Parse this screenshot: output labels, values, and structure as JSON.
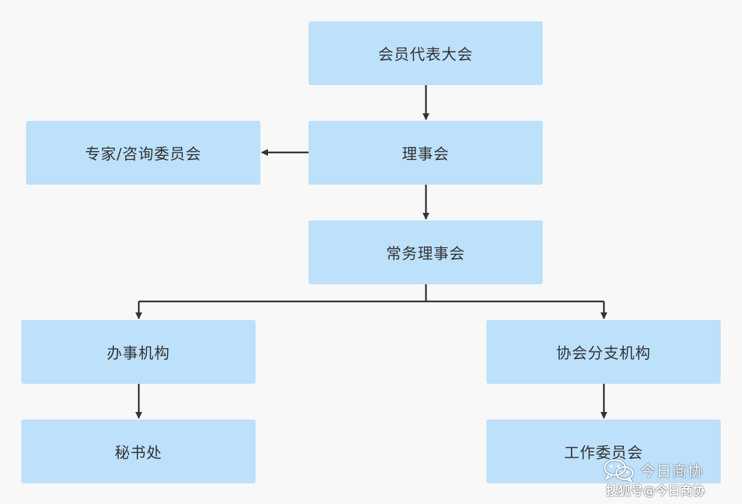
{
  "nodes": {
    "congress": "会员代表大会",
    "council": "理事会",
    "expert": "专家/咨询委员会",
    "standing": "常务理事会",
    "office": "办事机构",
    "branch": "协会分支机构",
    "secretariat": "秘书处",
    "work": "工作委员会"
  },
  "watermark": {
    "name": "今日商协",
    "credit": "搜狐号@今日商协"
  },
  "colors": {
    "node_fill": "#bde0fb",
    "connector": "#333333",
    "background": "#f8f8f8"
  }
}
